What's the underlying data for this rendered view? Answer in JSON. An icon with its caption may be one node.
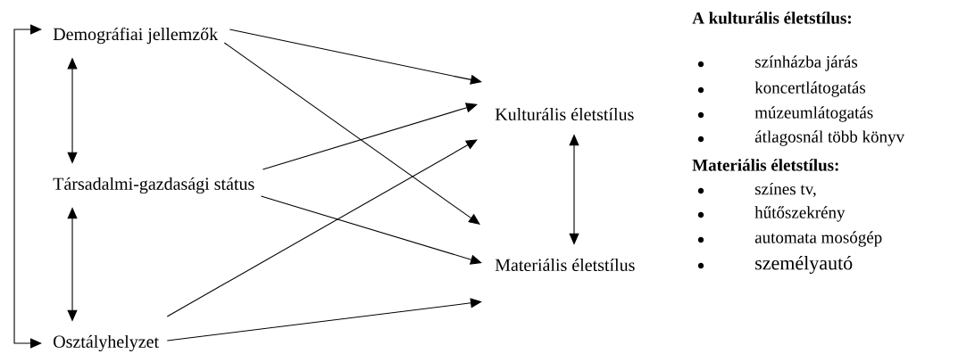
{
  "diagram": {
    "nodes": [
      {
        "text": [
          "Demográfiai jellemzők"
        ]
      },
      {
        "text": [
          "Társadalmi-gazdasági státus"
        ]
      },
      {
        "text": [
          "Osztályhelyzet"
        ]
      },
      {
        "text": [
          "Kulturális életstílus"
        ]
      },
      {
        "text": [
          "Materiális életstílus"
        ]
      }
    ],
    "edges": [
      {
        "from": 0,
        "to": 3,
        "arrow": "to"
      },
      {
        "from": 0,
        "to": 4,
        "arrow": "to"
      },
      {
        "from": 1,
        "to": 3,
        "arrow": "to"
      },
      {
        "from": 1,
        "to": 4,
        "arrow": "to"
      },
      {
        "from": 2,
        "to": 3,
        "arrow": "to"
      },
      {
        "from": 2,
        "to": 4,
        "arrow": "to"
      },
      {
        "from": 0,
        "to": 1,
        "arrow": "both"
      },
      {
        "from": 1,
        "to": 2,
        "arrow": "both"
      },
      {
        "from": 3,
        "to": 4,
        "arrow": "both"
      },
      {
        "from": 2,
        "to": 0,
        "arrow": "both"
      }
    ],
    "labels": [
      "A kulturális életstílus:",
      "színházba járás",
      "koncertlátogatás",
      "múzeumlátogatás",
      "átlagosnál több könyv",
      "Materiális életstílus:",
      "színes tv,",
      "hűtőszekrény",
      "automata mosógép",
      "személyautó"
    ]
  }
}
